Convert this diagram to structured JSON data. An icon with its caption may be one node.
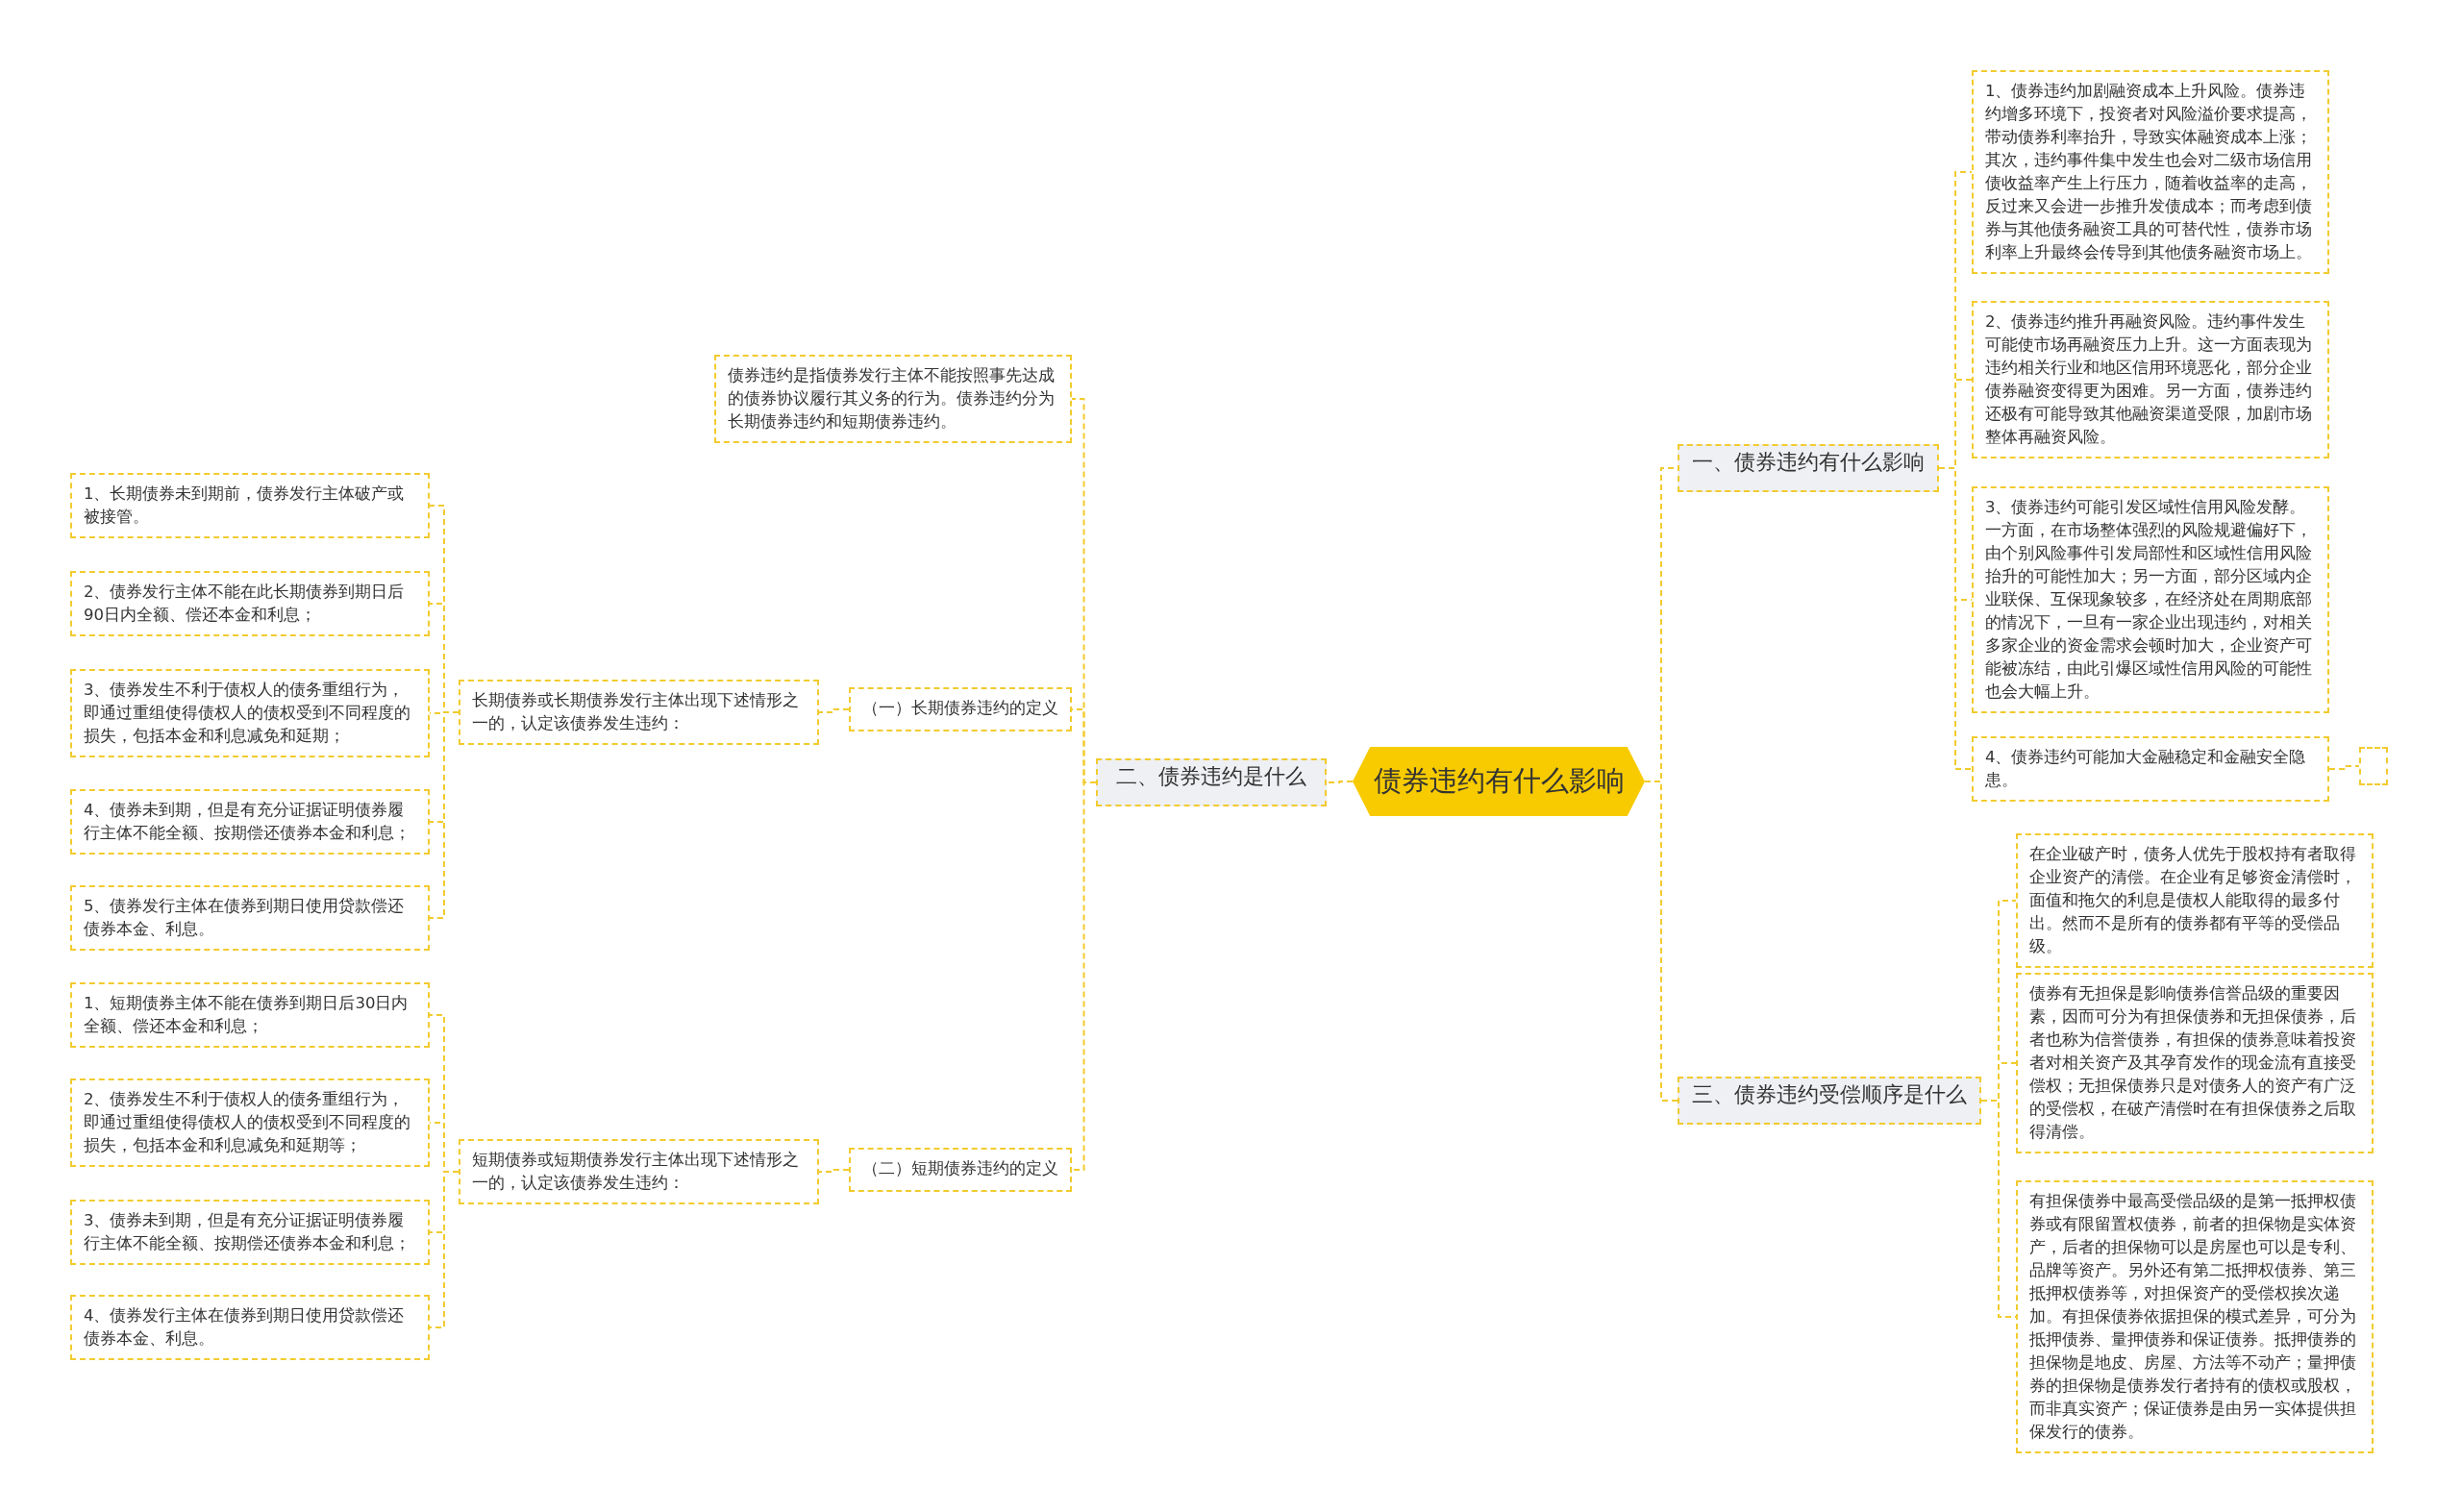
{
  "diagram": {
    "nodes": [
      {
        "text": [
          "债券违约有什么影响"
        ]
      },
      {
        "text": [
          "一、债券违约有什么影响"
        ]
      },
      {
        "text": [
          "1、债券违约加剧融资成本上升风险。债券违约增多环境下，投资者对风险溢价要求提高，带动债券利率抬升，导致实体融资成本上涨；其次，违约事件集中发生也会对二级市场信用债收益率产生上行压力，随着收益率的走高，反过来又会进一步推升发债成本；而考虑到债券与其他债务融资工具的可替代性，债券市场利率上升最终会传导到其他债务融资市场上。"
        ]
      },
      {
        "text": [
          "2、债券违约推升再融资风险。违约事件发生可能使市场再融资压力上升。这一方面表现为违约相关行业和地区信用环境恶化，部分企业债券融资变得更为困难。另一方面，债券违约还极有可能导致其他融资渠道受限，加剧市场整体再融资风险。"
        ]
      },
      {
        "text": [
          "3、债券违约可能引发区域性信用风险发酵。一方面，在市场整体强烈的风险规避偏好下，由个别风险事件引发局部性和区域性信用风险抬升的可能性加大；另一方面，部分区域内企业联保、互保现象较多，在经济处在周期底部的情况下，一旦有一家企业出现违约，对相关多家企业的资金需求会顿时加大，企业资产可能被冻结，由此引爆区域性信用风险的可能性也会大幅上升。"
        ]
      },
      {
        "text": [
          "4、债券违约可能加大金融稳定和金融安全隐患。"
        ]
      },
      {
        "text": [],
        "shape": "box"
      },
      {
        "text": [
          "三、债券违约受偿顺序是什么"
        ]
      },
      {
        "text": [
          "在企业破产时，债务人优先于股权持有者取得企业资产的清偿。在企业有足够资金清偿时，面值和拖欠的利息是债权人能取得的最多付出。然而不是所有的债券都有平等的受偿品级。"
        ]
      },
      {
        "text": [
          "债券有无担保是影响债券信誉品级的重要因素，因而可分为有担保债券和无担保债券，后者也称为信誉债券，有担保的债券意味着投资者对相关资产及其孕育发作的现金流有直接受偿权；无担保债券只是对债务人的资产有广泛的受偿权，在破产清偿时在有担保债券之后取得清偿。"
        ]
      },
      {
        "text": [
          "有担保债券中最高受偿品级的是第一抵押权债券或有限留置权债券，前者的担保物是实体资产，后者的担保物可以是房屋也可以是专利、品牌等资产。另外还有第二抵押权债券、第三抵押权债券等，对担保资产的受偿权挨次递加。有担保债券依据担保的模式差异，可分为抵押债券、量押债券和保证债券。抵押债券的担保物是地皮、房屋、方法等不动产；量押债券的担保物是债券发行者持有的债权或股权，而非真实资产；保证债券是由另一实体提供担保发行的债券。"
        ]
      },
      {
        "text": [
          "二、债券违约是什么"
        ]
      },
      {
        "text": [
          "债券违约是指债券发行主体不能按照事先达成的债券协议履行其义务的行为。债券违约分为长期债券违约和短期债券违约。"
        ]
      },
      {
        "text": [
          "（一）长期债券违约的定义"
        ]
      },
      {
        "text": [
          "长期债券或长期债券发行主体出现下述情形之一的，认定该债券发生违约："
        ]
      },
      {
        "text": [
          "1、长期债券未到期前，债券发行主体破产或被接管。"
        ]
      },
      {
        "text": [
          "2、债券发行主体不能在此长期债券到期日后90日内全额、偿还本金和利息；"
        ]
      },
      {
        "text": [
          "3、债券发生不利于债权人的债务重组行为，即通过重组使得债权人的债权受到不同程度的损失，包括本金和利息减免和延期；"
        ]
      },
      {
        "text": [
          "4、债券未到期，但是有充分证据证明债券履行主体不能全额、按期偿还债券本金和利息；"
        ]
      },
      {
        "text": [
          "5、债券发行主体在债券到期日使用贷款偿还债券本金、利息。"
        ]
      },
      {
        "text": [
          "（二）短期债券违约的定义"
        ]
      },
      {
        "text": [
          "短期债券或短期债券发行主体出现下述情形之一的，认定该债券发生违约："
        ]
      },
      {
        "text": [
          "1、短期债券主体不能在债券到期日后30日内全额、偿还本金和利息；"
        ]
      },
      {
        "text": [
          "2、债券发生不利于债权人的债务重组行为，即通过重组使得债权人的债权受到不同程度的损失，包括本金和利息减免和延期等；"
        ]
      },
      {
        "text": [
          "3、债券未到期，但是有充分证据证明债券履行主体不能全额、按期偿还债券本金和利息；"
        ]
      },
      {
        "text": [
          "4、债券发行主体在债券到期日使用贷款偿还债券本金、利息。"
        ]
      }
    ],
    "edges": [
      {
        "from": 0,
        "to": 1,
        "arrow": "none"
      },
      {
        "from": 1,
        "to": 2,
        "arrow": "none"
      },
      {
        "from": 1,
        "to": 3,
        "arrow": "none"
      },
      {
        "from": 1,
        "to": 4,
        "arrow": "none"
      },
      {
        "from": 1,
        "to": 5,
        "arrow": "none"
      },
      {
        "from": 5,
        "to": 6,
        "arrow": "none"
      },
      {
        "from": 0,
        "to": 7,
        "arrow": "none"
      },
      {
        "from": 7,
        "to": 8,
        "arrow": "none"
      },
      {
        "from": 7,
        "to": 9,
        "arrow": "none"
      },
      {
        "from": 7,
        "to": 10,
        "arrow": "none"
      },
      {
        "from": 0,
        "to": 11,
        "arrow": "none"
      },
      {
        "from": 11,
        "to": 12,
        "arrow": "none"
      },
      {
        "from": 11,
        "to": 13,
        "arrow": "none"
      },
      {
        "from": 13,
        "to": 14,
        "arrow": "none"
      },
      {
        "from": 14,
        "to": 15,
        "arrow": "none"
      },
      {
        "from": 14,
        "to": 16,
        "arrow": "none"
      },
      {
        "from": 14,
        "to": 17,
        "arrow": "none"
      },
      {
        "from": 14,
        "to": 18,
        "arrow": "none"
      },
      {
        "from": 14,
        "to": 19,
        "arrow": "none"
      },
      {
        "from": 11,
        "to": 20,
        "arrow": "none"
      },
      {
        "from": 20,
        "to": 21,
        "arrow": "none"
      },
      {
        "from": 21,
        "to": 22,
        "arrow": "none"
      },
      {
        "from": 21,
        "to": 23,
        "arrow": "none"
      },
      {
        "from": 21,
        "to": 24,
        "arrow": "none"
      },
      {
        "from": 21,
        "to": 25,
        "arrow": "none"
      }
    ]
  }
}
